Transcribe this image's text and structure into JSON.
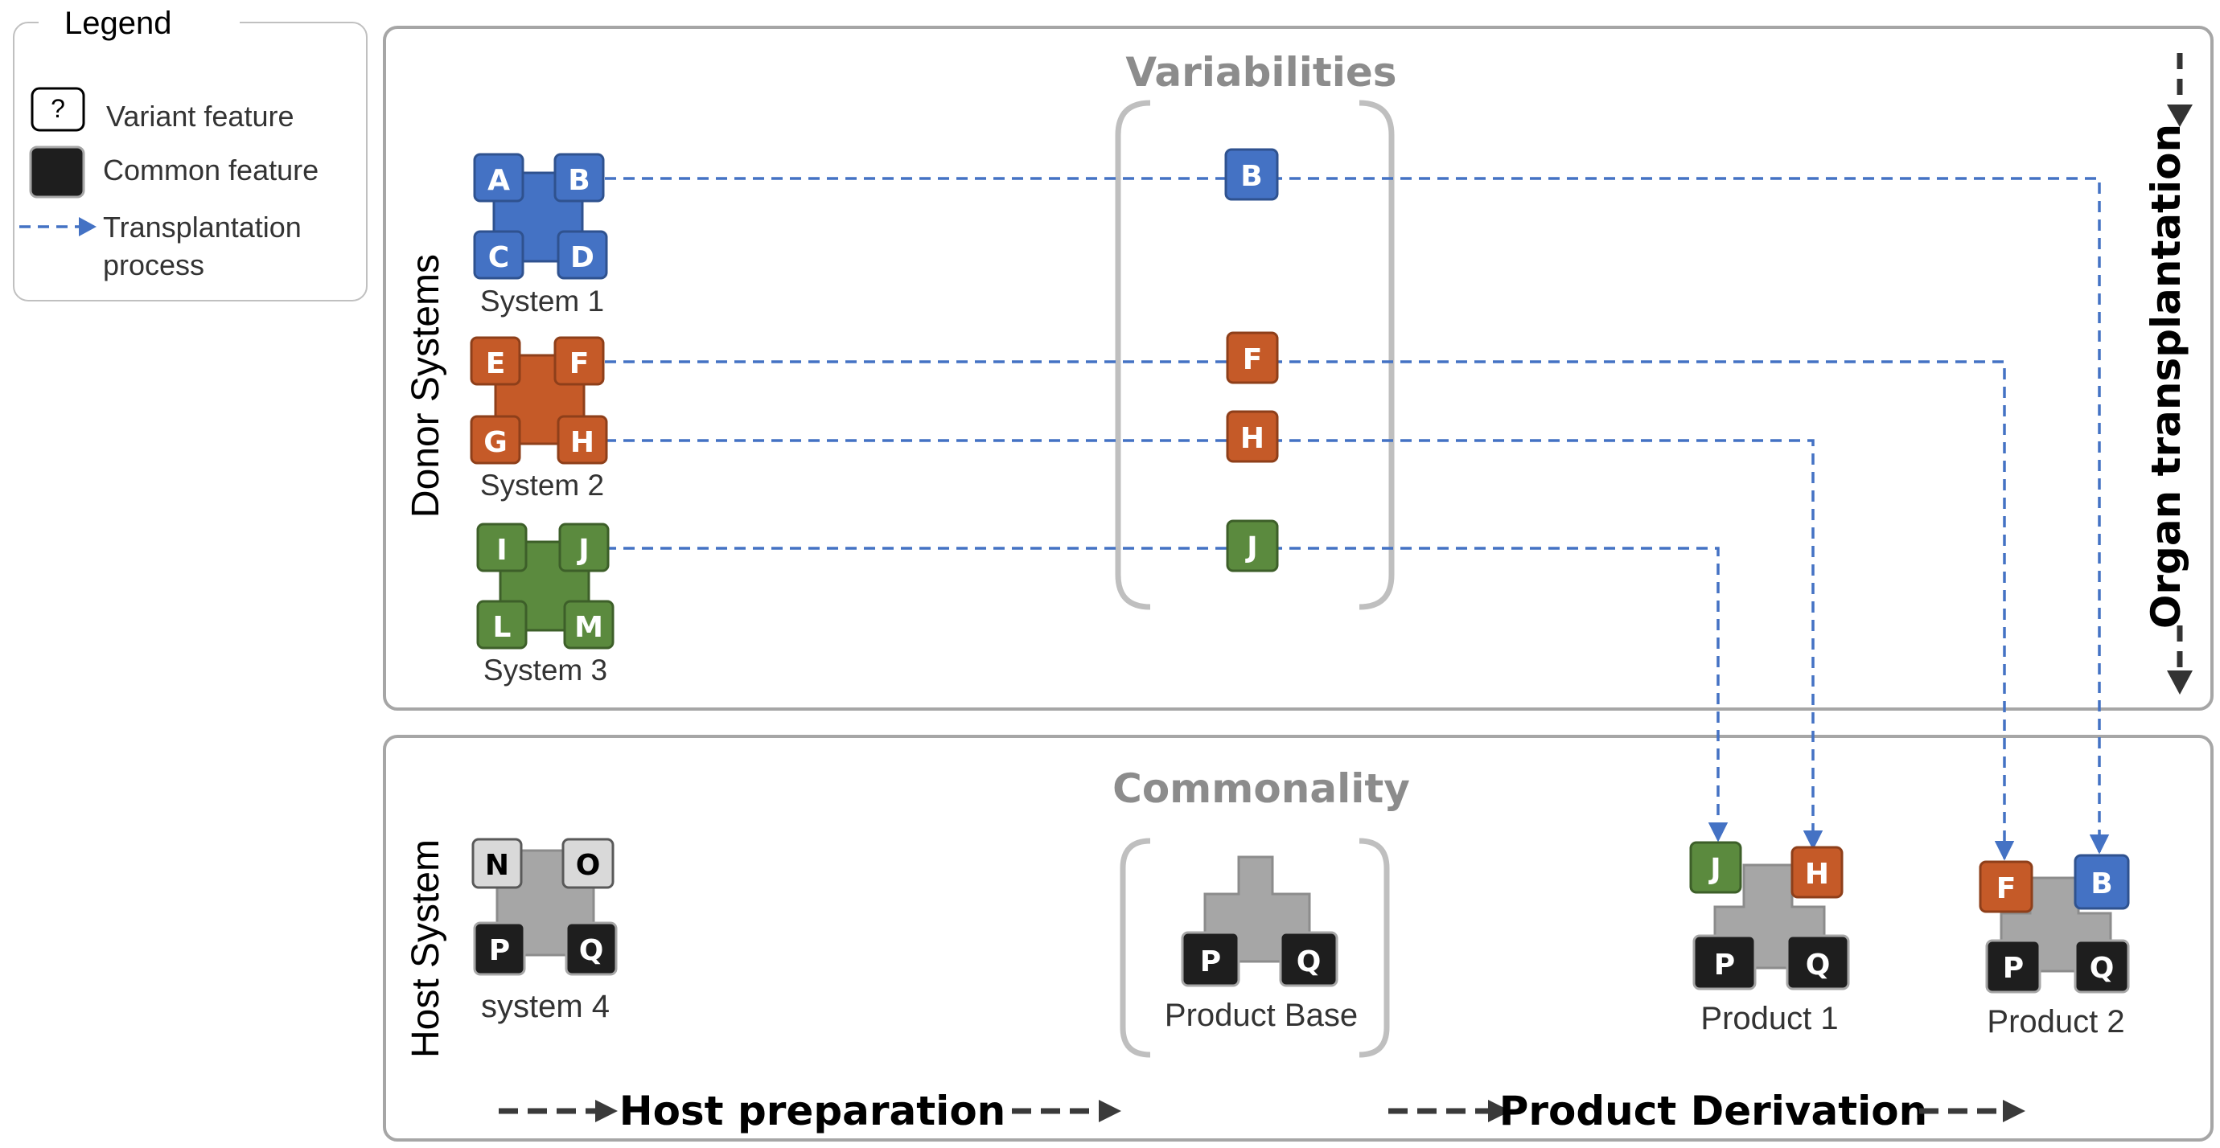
{
  "legend": {
    "title": "Legend",
    "variant_symbol": "?",
    "variant_label": "Variant feature",
    "common_label": "Common feature",
    "transplant_label_line1": "Transplantation",
    "transplant_label_line2": "process"
  },
  "donor_panel": {
    "side_label": "Donor Systems",
    "variabilities_title": "Variabilities",
    "organ_label": "Organ transplantation"
  },
  "host_panel": {
    "side_label": "Host System",
    "commonality_title": "Commonality"
  },
  "colors": {
    "blue": "#4472c4",
    "orange": "#c55a28",
    "green": "#5b8a3e",
    "gray_body": "#a6a6a6",
    "light_feature": "#d9d9d9",
    "dark_feature": "#1e1e1e",
    "dash_line": "#4472c4",
    "frame": "#a6a6a6"
  },
  "systems": [
    {
      "name": "System 1",
      "color": "blue",
      "features": [
        "A",
        "B",
        "C",
        "D"
      ]
    },
    {
      "name": "System 2",
      "color": "orange",
      "features": [
        "E",
        "F",
        "G",
        "H"
      ]
    },
    {
      "name": "System 3",
      "color": "green",
      "features": [
        "I",
        "J",
        "L",
        "M"
      ]
    }
  ],
  "variabilities": [
    {
      "label": "B",
      "color": "blue"
    },
    {
      "label": "F",
      "color": "orange"
    },
    {
      "label": "H",
      "color": "orange"
    },
    {
      "label": "J",
      "color": "green"
    }
  ],
  "host": {
    "name": "system 4",
    "top_features": [
      "N",
      "O"
    ],
    "bottom_features": [
      "P",
      "Q"
    ]
  },
  "product_base": {
    "name": "Product Base",
    "features": [
      "P",
      "Q"
    ]
  },
  "products": [
    {
      "name": "Product 1",
      "transplanted": [
        {
          "label": "J",
          "color": "green"
        },
        {
          "label": "H",
          "color": "orange"
        }
      ],
      "common": [
        "P",
        "Q"
      ]
    },
    {
      "name": "Product 2",
      "transplanted": [
        {
          "label": "F",
          "color": "orange"
        },
        {
          "label": "B",
          "color": "blue"
        }
      ],
      "common": [
        "P",
        "Q"
      ]
    }
  ],
  "phases": {
    "host_preparation": "Host preparation",
    "product_derivation": "Product Derivation"
  }
}
